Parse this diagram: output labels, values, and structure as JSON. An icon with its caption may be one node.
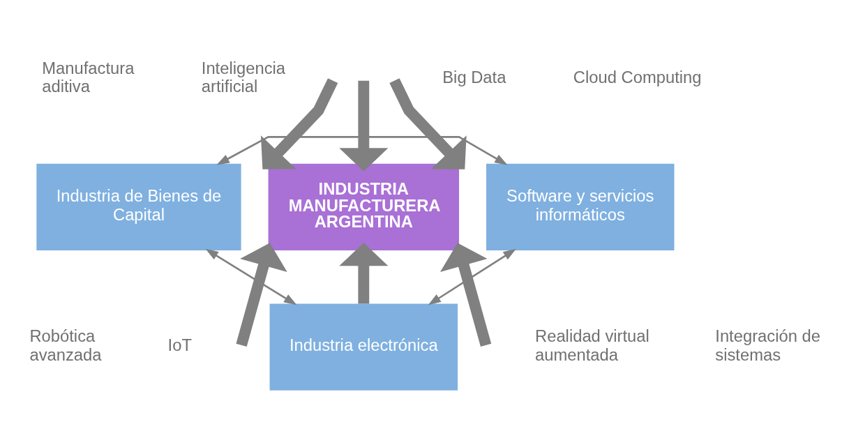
{
  "diagram": {
    "nodes": [
      {
        "text": [
          "Industria de Bienes de Capital"
        ]
      },
      {
        "text": [
          "INDUSTRIA MANUFACTURERA ARGENTINA"
        ]
      },
      {
        "text": [
          "Software y servicios informáticos"
        ]
      },
      {
        "text": [
          "Industria electrónica"
        ]
      }
    ],
    "edges": [
      {
        "from": 0,
        "to": 2,
        "arrow": "both"
      },
      {
        "from": 0,
        "to": 3,
        "arrow": "both"
      },
      {
        "from": 2,
        "to": 3,
        "arrow": "both"
      },
      {
        "from": null,
        "to": 1,
        "arrow": "to"
      },
      {
        "from": null,
        "to": 1,
        "arrow": "to"
      },
      {
        "from": null,
        "to": 1,
        "arrow": "to"
      },
      {
        "from": null,
        "to": 1,
        "arrow": "to"
      },
      {
        "from": 3,
        "to": 1,
        "arrow": "to"
      },
      {
        "from": null,
        "to": 1,
        "arrow": "to"
      }
    ],
    "labels": [
      "Inteligencia artificial",
      "Big Data",
      "Manufactura aditiva",
      "Cloud Computing",
      "Robótica avanzada",
      "Integración de sistemas",
      "IoT",
      "Realidad virtual aumentada"
    ]
  }
}
